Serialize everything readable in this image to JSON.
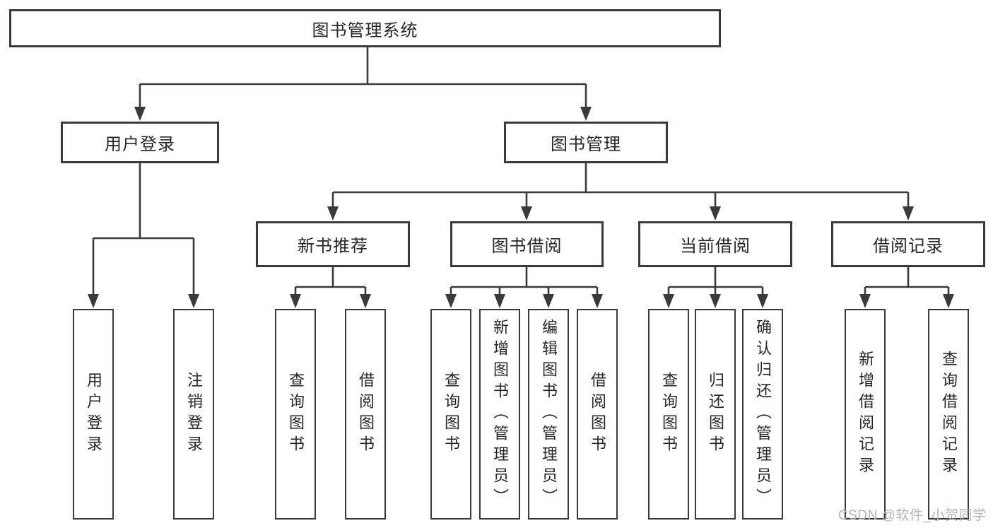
{
  "colors": {
    "line": "#3a3a3a",
    "text": "#262626",
    "box_fill": "#ffffff",
    "background": "#ffffff",
    "watermark": "#b4b4b8"
  },
  "nodes": {
    "root": {
      "label": "图书管理系统"
    },
    "level2": [
      {
        "label": "用户登录"
      },
      {
        "label": "图书管理"
      }
    ],
    "level3": [
      {
        "label": "新书推荐",
        "parent": "图书管理"
      },
      {
        "label": "图书借阅",
        "parent": "图书管理"
      },
      {
        "label": "当前借阅",
        "parent": "图书管理"
      },
      {
        "label": "借阅记录",
        "parent": "图书管理"
      }
    ],
    "leaves": [
      {
        "label": "用户登录",
        "parent": "用户登录"
      },
      {
        "label": "注销登录",
        "parent": "用户登录"
      },
      {
        "label": "查询图书",
        "parent": "新书推荐"
      },
      {
        "label": "借阅图书",
        "parent": "新书推荐"
      },
      {
        "label": "查询图书",
        "parent": "图书借阅"
      },
      {
        "label": "新增图书（管理员）",
        "parent": "图书借阅"
      },
      {
        "label": "编辑图书（管理员）",
        "parent": "图书借阅"
      },
      {
        "label": "借阅图书",
        "parent": "图书借阅"
      },
      {
        "label": "查询图书",
        "parent": "当前借阅"
      },
      {
        "label": "归还图书",
        "parent": "当前借阅"
      },
      {
        "label": "确认归还（管理员）",
        "parent": "当前借阅"
      },
      {
        "label": "新增借阅记录",
        "parent": "借阅记录"
      },
      {
        "label": "查询借阅记录",
        "parent": "借阅记录"
      }
    ]
  },
  "watermark": {
    "text": "CSDN @软件_小贺同学"
  }
}
